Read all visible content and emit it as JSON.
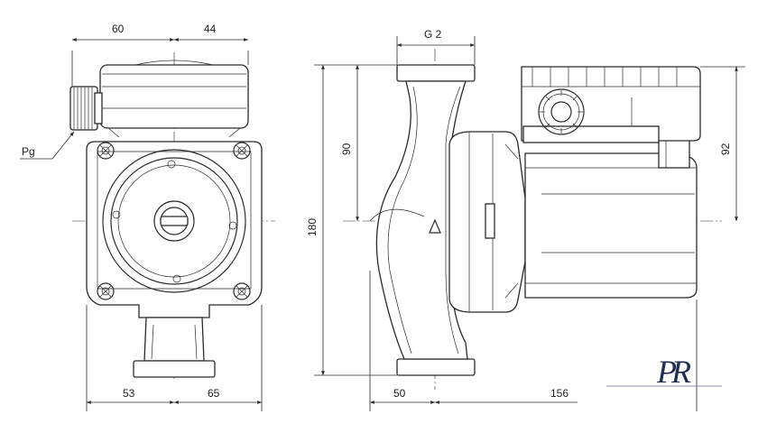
{
  "dimensions": {
    "front_top_left": "60",
    "front_top_right": "44",
    "front_bottom_left": "53",
    "front_bottom_right": "65",
    "side_connection": "G 2",
    "side_overall_height": "180",
    "side_half_height": "90",
    "motor_height": "92",
    "side_bottom_left": "50",
    "side_bottom_right": "156"
  },
  "labels": {
    "cable_gland": "Pg"
  },
  "logo": {
    "letters": "PR"
  },
  "colors": {
    "line": "#2a2a2a",
    "logo": "#1e2f52"
  }
}
